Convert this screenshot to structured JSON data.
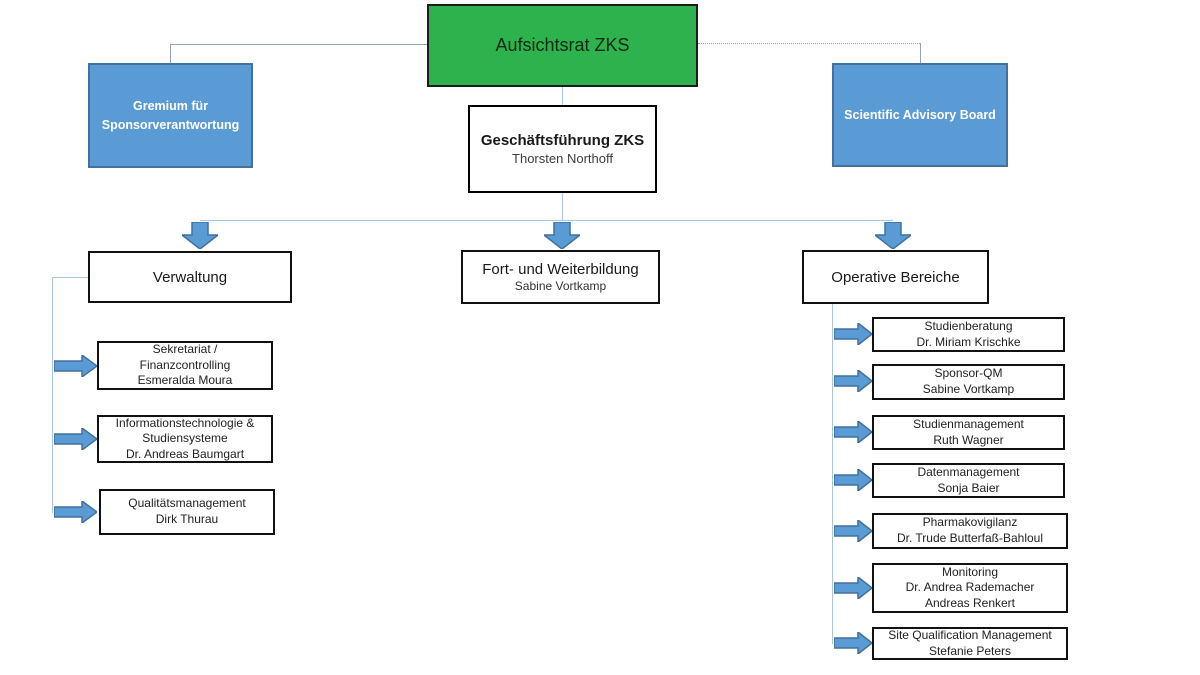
{
  "nodes": {
    "aufsichtsrat": {
      "label": "Aufsichtsrat ZKS"
    },
    "gremium": {
      "label": "Gremium für\nSponsorverantwortung"
    },
    "scientific_advisory_board": {
      "label": "Scientific Advisory Board"
    },
    "geschaeftsfuehrung": {
      "title": "Geschäftsführung ZKS",
      "person": "Thorsten Northoff"
    }
  },
  "branches": {
    "verwaltung": {
      "title": "Verwaltung"
    },
    "fort_und_weiterbildung": {
      "title": "Fort- und Weiterbildung",
      "person": "Sabine Vortkamp"
    },
    "operative_bereiche": {
      "title": "Operative Bereiche"
    }
  },
  "verwaltung_items": [
    {
      "text": "Sekretariat /\nFinanzcontrolling\nEsmeralda Moura"
    },
    {
      "text": "Informationstechnologie &\nStudiensysteme\nDr. Andreas Baumgart"
    },
    {
      "text": "Qualitätsmanagement\nDirk Thurau"
    }
  ],
  "operative_items": [
    {
      "text": "Studienberatung\nDr. Miriam Krischke"
    },
    {
      "text": "Sponsor-QM\nSabine Vortkamp"
    },
    {
      "text": "Studienmanagement\nRuth Wagner"
    },
    {
      "text": "Datenmanagement\nSonja Baier"
    },
    {
      "text": "Pharmakovigilanz\nDr. Trude Butterfaß-Bahloul"
    },
    {
      "text": "Monitoring\nDr. Andrea Rademacher\nAndreas Renkert"
    },
    {
      "text": "Site Qualification Management\nStefanie Peters"
    }
  ],
  "icons": {
    "down_arrow": "block-arrow-down",
    "right_arrow": "block-arrow-right"
  },
  "colors": {
    "green_fill": "#2db24e",
    "blue_fill": "#5b9bd5",
    "blue_border": "#41719c",
    "connector_blue": "#a9c7e5",
    "connector_gray": "#98a2ac",
    "box_border": "#111111"
  }
}
